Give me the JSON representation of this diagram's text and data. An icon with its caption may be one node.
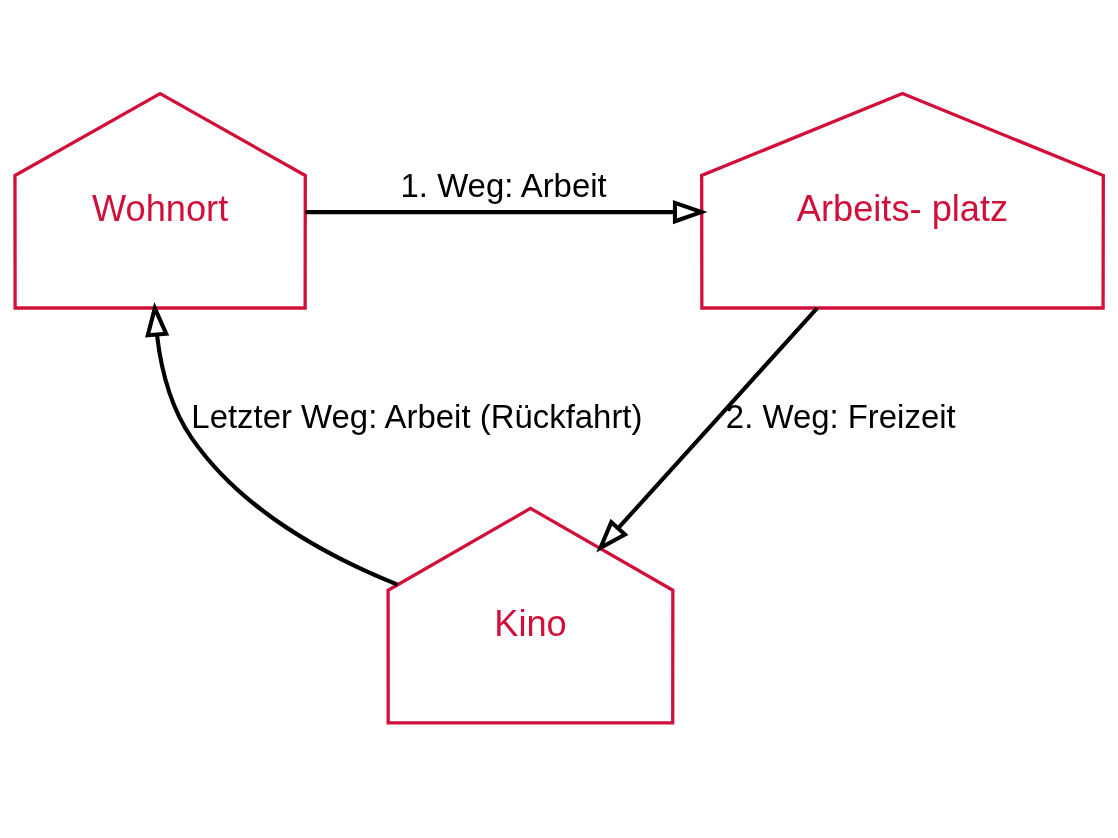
{
  "diagram": {
    "nodes": [
      {
        "text": [
          "Wohnort"
        ]
      },
      {
        "text": [
          "Arbeits- platz"
        ]
      },
      {
        "text": [
          "Kino"
        ]
      }
    ],
    "edges": [
      {
        "from": 0,
        "to": 1,
        "arrow": "to",
        "label": "1. Weg: Arbeit"
      },
      {
        "from": 1,
        "to": 2,
        "arrow": "to",
        "label": "2. Weg: Freizeit"
      },
      {
        "from": 2,
        "to": 0,
        "arrow": "to",
        "label": "Letzter Weg: Arbeit (Rückfahrt)"
      }
    ]
  }
}
